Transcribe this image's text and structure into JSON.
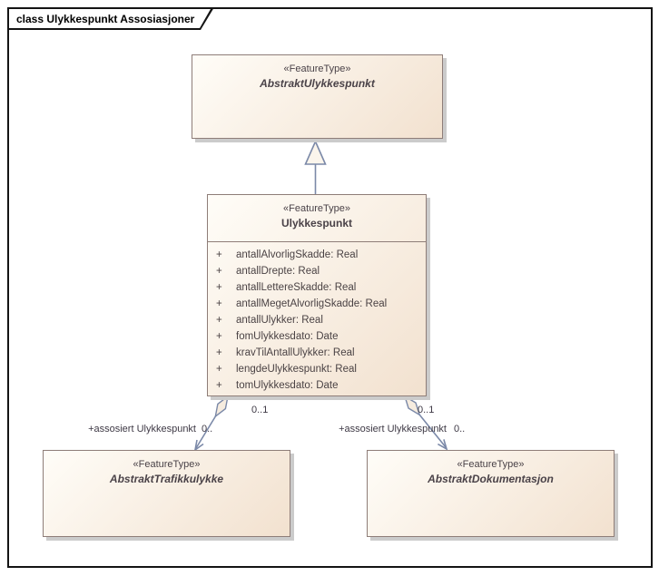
{
  "diagram": {
    "title": "class Ulykkespunkt Assosiasjoner"
  },
  "classes": {
    "abstrakt_ulykkespunkt": {
      "stereotype": "«FeatureType»",
      "name": "AbstraktUlykkespunkt"
    },
    "ulykkespunkt": {
      "stereotype": "«FeatureType»",
      "name": "Ulykkespunkt",
      "attributes": [
        {
          "visibility": "+",
          "text": "antallAlvorligSkadde: Real"
        },
        {
          "visibility": "+",
          "text": "antallDrepte: Real"
        },
        {
          "visibility": "+",
          "text": "antallLettereSkadde: Real"
        },
        {
          "visibility": "+",
          "text": "antallMegetAlvorligSkadde: Real"
        },
        {
          "visibility": "+",
          "text": "antallUlykker: Real"
        },
        {
          "visibility": "+",
          "text": "fomUlykkesdato: Date"
        },
        {
          "visibility": "+",
          "text": "kravTilAntallUlykker: Real"
        },
        {
          "visibility": "+",
          "text": "lengdeUlykkespunkt: Real"
        },
        {
          "visibility": "+",
          "text": "tomUlykkesdato: Date"
        }
      ]
    },
    "abstrakt_trafikkulykke": {
      "stereotype": "«FeatureType»",
      "name": "AbstraktTrafikkulykke"
    },
    "abstrakt_dokumentasjon": {
      "stereotype": "«FeatureType»",
      "name": "AbstraktDokumentasjon"
    }
  },
  "associations": {
    "left": {
      "role": "+assosiert Ulykkespunkt",
      "end_multiplicity": "0..",
      "diamond_multiplicity": "0..1"
    },
    "right": {
      "role": "+assosiert Ulykkespunkt",
      "end_multiplicity": "0..",
      "diamond_multiplicity": "0..1"
    }
  },
  "colors": {
    "box_border": "#8e7d78",
    "box_fill_start": "#fffdf8",
    "box_fill_end": "#f2e1cf",
    "connector": "#7b89a8",
    "shadow": "#cbcbcb",
    "frame": "#141414"
  }
}
